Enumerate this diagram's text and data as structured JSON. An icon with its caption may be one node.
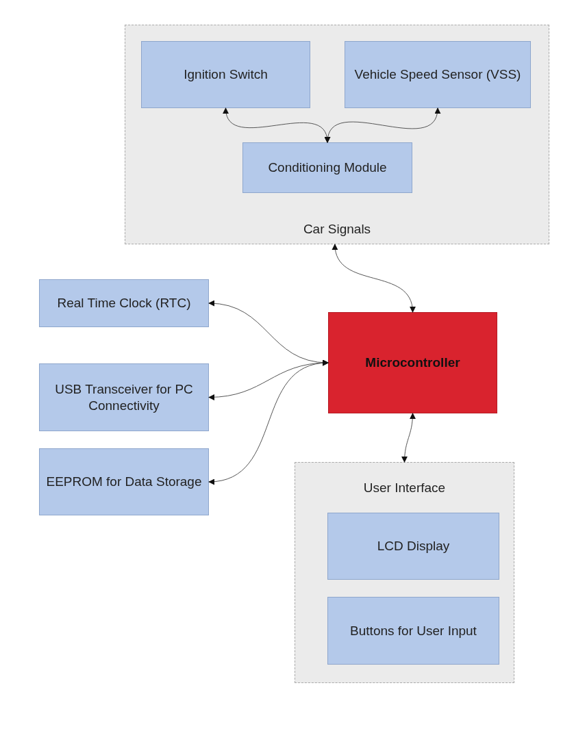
{
  "diagram": {
    "nodes": [
      {
        "text": [
          "Car Signals"
        ]
      },
      {
        "text": [
          "Ignition Switch"
        ],
        "in": 0
      },
      {
        "text": [
          "Vehicle Speed Sensor (VSS)"
        ],
        "in": 0
      },
      {
        "text": [
          "Conditioning Module"
        ],
        "in": 0
      },
      {
        "text": [
          "Real Time Clock (RTC)"
        ]
      },
      {
        "text": [
          "USB Transceiver for PC Connectivity"
        ]
      },
      {
        "text": [
          "EEPROM for Data Storage"
        ]
      },
      {
        "text": [
          "Microcontroller"
        ]
      },
      {
        "text": [
          "User Interface"
        ]
      },
      {
        "text": [
          "LCD Display"
        ],
        "in": 8
      },
      {
        "text": [
          "Buttons for User Input"
        ],
        "in": 8
      }
    ],
    "edges": [
      {
        "from": 1,
        "to": 3,
        "arrow": "both"
      },
      {
        "from": 2,
        "to": 3,
        "arrow": "both"
      },
      {
        "from": 0,
        "to": 7,
        "arrow": "both"
      },
      {
        "from": 7,
        "to": 4,
        "arrow": "both"
      },
      {
        "from": 7,
        "to": 5,
        "arrow": "both"
      },
      {
        "from": 7,
        "to": 6,
        "arrow": "both"
      },
      {
        "from": 7,
        "to": 8,
        "arrow": "both"
      }
    ]
  }
}
